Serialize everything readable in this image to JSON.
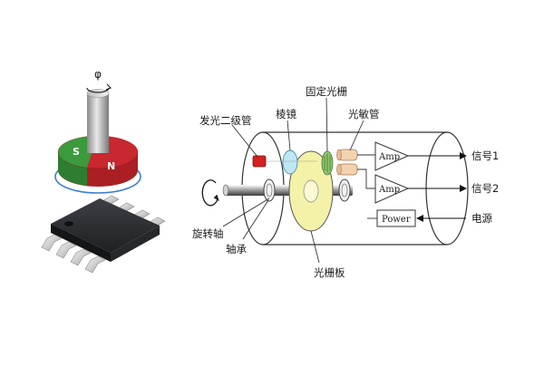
{
  "left_figure": {
    "phi": "φ",
    "magnet_pole_s": "S",
    "magnet_pole_n": "N"
  },
  "diagram": {
    "labels": {
      "led": "发光二级管",
      "prism": "棱镜",
      "fixed_grating": "固定光栅",
      "photodiode": "光敏管",
      "shaft": "旋转轴",
      "bearing": "轴承",
      "grating_disk": "光栅板"
    },
    "amp1": "Amp",
    "amp2": "Amp",
    "power": "Power",
    "outputs": {
      "signal1": "信号1",
      "signal2": "信号2",
      "supply": "电源"
    }
  },
  "colors": {
    "magnet_red": "#c8282e",
    "magnet_green": "#3a9a3c",
    "chip_body": "#2a2c30",
    "grating_yellow": "#f4f2a8",
    "prism_blue": "#bfe6f4",
    "led_red": "#d42020",
    "fixed_grating_green": "#8ec66a",
    "photodiode_peach": "#f3d2b0"
  }
}
